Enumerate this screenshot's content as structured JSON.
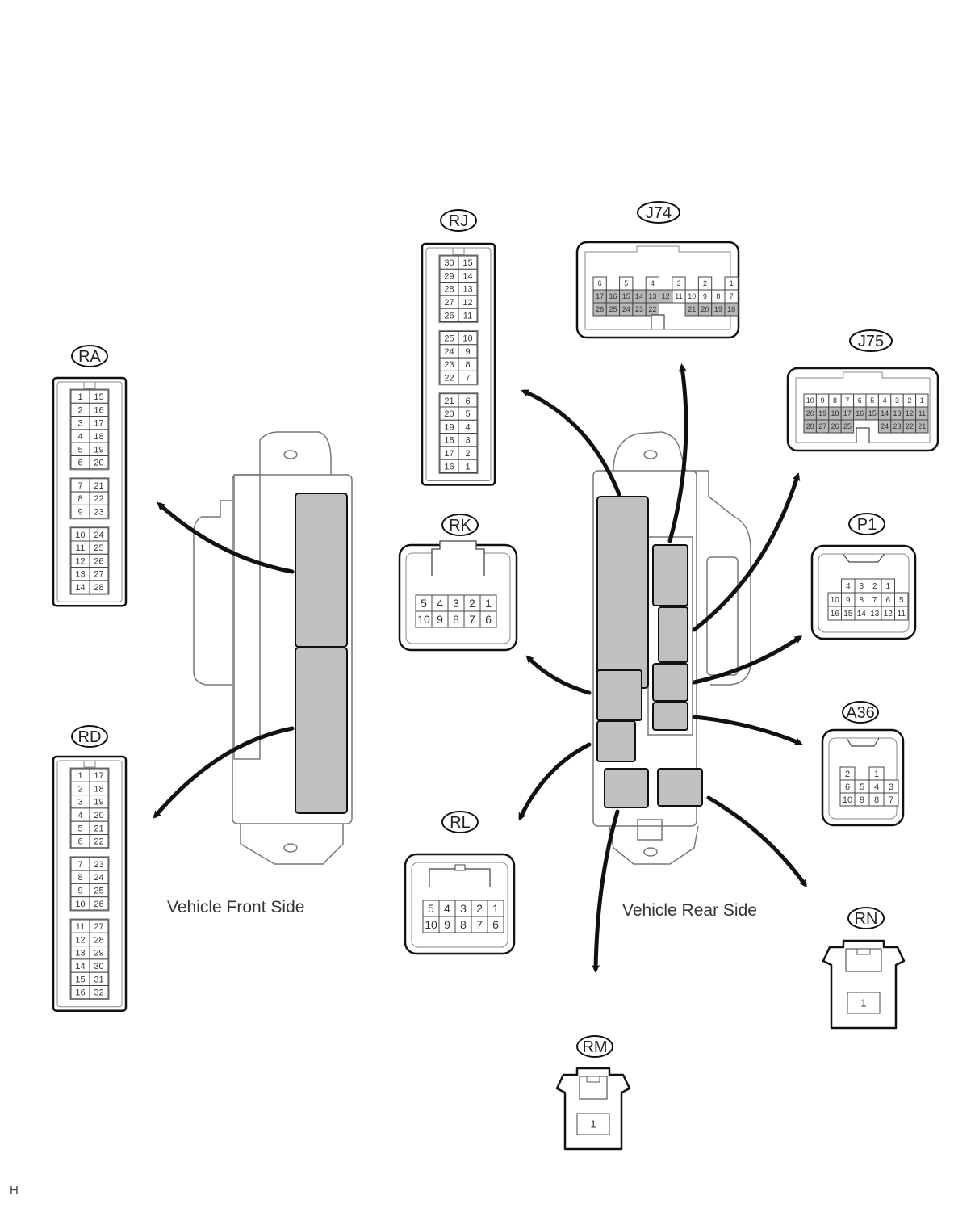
{
  "captions": {
    "front": "Vehicle Front Side",
    "rear": "Vehicle Rear Side",
    "page_code": "H"
  },
  "colors": {
    "line": "#111111",
    "outline_gray": "#777777",
    "block_fill": "#c0c0c0",
    "pin_shaded": "#b8b8b8"
  },
  "connectors": {
    "RA": {
      "id": "RA",
      "type": "vertical-double-column",
      "groups": [
        [
          [
            "1",
            "15"
          ],
          [
            "2",
            "16"
          ],
          [
            "3",
            "17"
          ],
          [
            "4",
            "18"
          ],
          [
            "5",
            "19"
          ],
          [
            "6",
            "20"
          ]
        ],
        [
          [
            "7",
            "21"
          ],
          [
            "8",
            "22"
          ],
          [
            "9",
            "23"
          ]
        ],
        [
          [
            "10",
            "24"
          ],
          [
            "11",
            "25"
          ],
          [
            "12",
            "26"
          ],
          [
            "13",
            "27"
          ],
          [
            "14",
            "28"
          ]
        ]
      ]
    },
    "RD": {
      "id": "RD",
      "type": "vertical-double-column",
      "groups": [
        [
          [
            "1",
            "17"
          ],
          [
            "2",
            "18"
          ],
          [
            "3",
            "19"
          ],
          [
            "4",
            "20"
          ],
          [
            "5",
            "21"
          ],
          [
            "6",
            "22"
          ]
        ],
        [
          [
            "7",
            "23"
          ],
          [
            "8",
            "24"
          ],
          [
            "9",
            "25"
          ],
          [
            "10",
            "26"
          ]
        ],
        [
          [
            "11",
            "27"
          ],
          [
            "12",
            "28"
          ],
          [
            "13",
            "29"
          ],
          [
            "14",
            "30"
          ],
          [
            "15",
            "31"
          ],
          [
            "16",
            "32"
          ]
        ]
      ]
    },
    "RJ": {
      "id": "RJ",
      "type": "vertical-double-column",
      "groups": [
        [
          [
            "30",
            "15"
          ],
          [
            "29",
            "14"
          ],
          [
            "28",
            "13"
          ],
          [
            "27",
            "12"
          ],
          [
            "26",
            "11"
          ]
        ],
        [
          [
            "25",
            "10"
          ],
          [
            "24",
            "9"
          ],
          [
            "23",
            "8"
          ],
          [
            "22",
            "7"
          ]
        ],
        [
          [
            "21",
            "6"
          ],
          [
            "20",
            "5"
          ],
          [
            "19",
            "4"
          ],
          [
            "18",
            "3"
          ],
          [
            "17",
            "2"
          ],
          [
            "16",
            "1"
          ]
        ]
      ]
    },
    "J74": {
      "id": "J74",
      "type": "wide",
      "rows": [
        [
          "6",
          "",
          "5",
          "",
          "4",
          "",
          "3",
          "",
          "2",
          "",
          "1"
        ],
        [
          "17",
          "16",
          "15",
          "14",
          "13",
          "12",
          "11",
          "10",
          "9",
          "8",
          "7"
        ],
        [
          "26",
          "25",
          "24",
          "23",
          "22",
          "",
          "",
          "21",
          "20",
          "19",
          "18"
        ]
      ]
    },
    "J75": {
      "id": "J75",
      "type": "wide",
      "rows": [
        [
          "10",
          "9",
          "8",
          "7",
          "6",
          "5",
          "4",
          "3",
          "2",
          "1"
        ],
        [
          "20",
          "19",
          "18",
          "17",
          "16",
          "15",
          "14",
          "13",
          "12",
          "11"
        ],
        [
          "28",
          "27",
          "26",
          "25",
          "",
          "",
          "24",
          "23",
          "22",
          "21"
        ]
      ]
    },
    "RK": {
      "id": "RK",
      "type": "box",
      "rows": [
        [
          "5",
          "4",
          "3",
          "2",
          "1"
        ],
        [
          "10",
          "9",
          "8",
          "7",
          "6"
        ]
      ]
    },
    "P1": {
      "id": "P1",
      "type": "box",
      "rows": [
        [
          "",
          "4",
          "3",
          "2",
          "1",
          ""
        ],
        [
          "10",
          "9",
          "8",
          "7",
          "6",
          "5"
        ],
        [
          "16",
          "15",
          "14",
          "13",
          "12",
          "11"
        ]
      ]
    },
    "A36": {
      "id": "A36",
      "type": "box",
      "rows": [
        [
          "2",
          "",
          "1",
          ""
        ],
        [
          "6",
          "5",
          "4",
          "3"
        ],
        [
          "10",
          "9",
          "8",
          "7"
        ]
      ]
    },
    "RL": {
      "id": "RL",
      "type": "box",
      "rows": [
        [
          "5",
          "4",
          "3",
          "2",
          "1"
        ],
        [
          "10",
          "9",
          "8",
          "7",
          "6"
        ]
      ]
    },
    "RN": {
      "id": "RN",
      "type": "single",
      "rows": [
        [
          "1"
        ]
      ]
    },
    "RM": {
      "id": "RM",
      "type": "single",
      "rows": [
        [
          "1"
        ]
      ]
    }
  }
}
